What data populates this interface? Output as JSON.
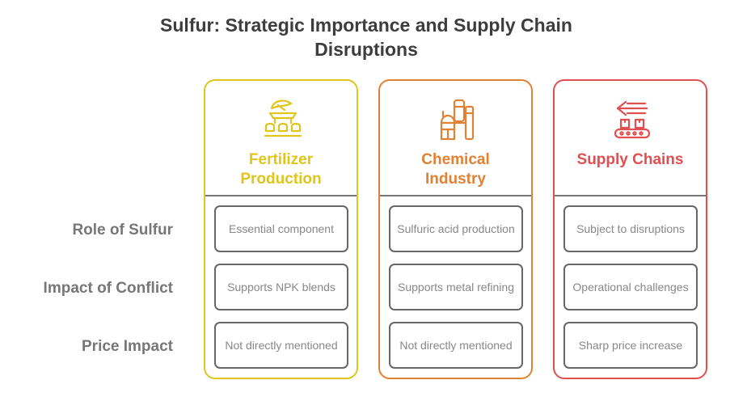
{
  "title": {
    "line1": "Sulfur: Strategic Importance and Supply Chain",
    "line2": "Disruptions"
  },
  "row_labels": [
    "Role of Sulfur",
    "Impact of Conflict",
    "Price Impact"
  ],
  "columns": [
    {
      "title_line1": "Fertilizer",
      "title_line2": "Production",
      "icon": "fertilizer-plant-icon",
      "color": "#e0c51c",
      "cells": [
        "Essential component",
        "Supports NPK blends",
        "Not directly mentioned"
      ]
    },
    {
      "title_line1": "Chemical",
      "title_line2": "Industry",
      "icon": "chemical-plant-icon",
      "color": "#e08236",
      "cells": [
        "Sulfuric acid production",
        "Supports metal refining",
        "Not directly mentioned"
      ]
    },
    {
      "title_line1": "Supply Chains",
      "title_line2": "",
      "icon": "conveyor-belt-icon",
      "color": "#e05050",
      "cells": [
        "Subject to disruptions",
        "Operational challenges",
        "Sharp price increase"
      ]
    }
  ]
}
